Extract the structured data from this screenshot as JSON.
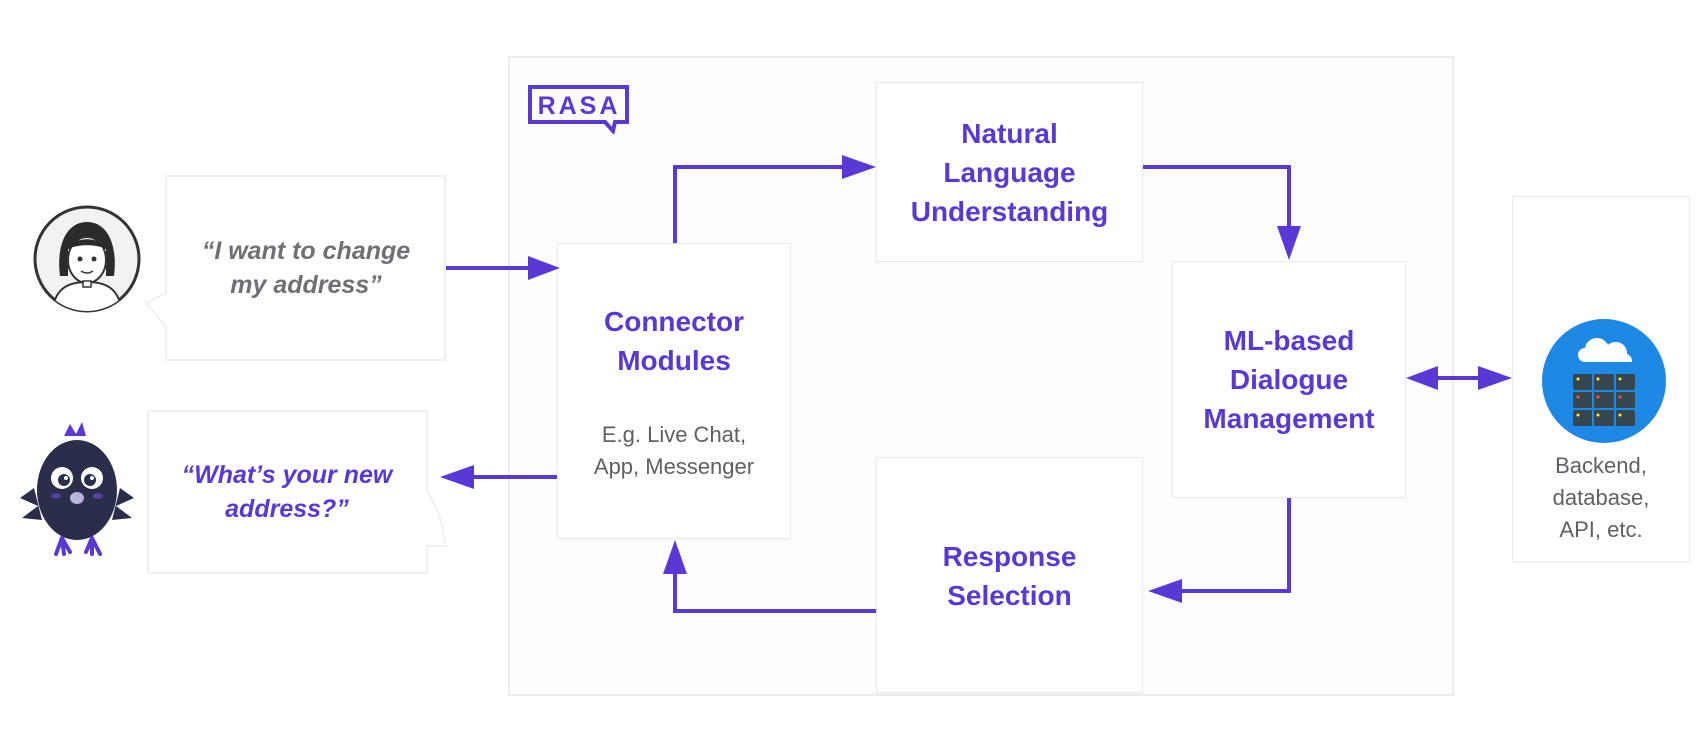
{
  "logo": {
    "text": "RASA"
  },
  "user_message": {
    "line1": "“I want to change",
    "line2": "my address”"
  },
  "bot_message": {
    "line1": "“What’s your new",
    "line2": "address?”"
  },
  "nodes": {
    "connector": {
      "title_line1": "Connector",
      "title_line2": "Modules",
      "sub_line1": "E.g. Live Chat,",
      "sub_line2": "App, Messenger"
    },
    "nlu": {
      "line1": "Natural",
      "line2": "Language",
      "line3": "Understanding"
    },
    "dialogue": {
      "line1": "ML-based",
      "line2": "Dialogue",
      "line3": "Management"
    },
    "response": {
      "line1": "Response",
      "line2": "Selection"
    },
    "backend": {
      "line1": "Backend,",
      "line2": "database,",
      "line3": "API, etc."
    }
  },
  "icons": {
    "user": "user-avatar-icon",
    "bot": "rasa-bird-mascot-icon",
    "backend": "cloud-server-icon"
  },
  "colors": {
    "accent": "#5a38d6",
    "arrow": "#5a38d6",
    "user_quote": "#6f6f76",
    "backend_circle": "#1e88e5"
  }
}
